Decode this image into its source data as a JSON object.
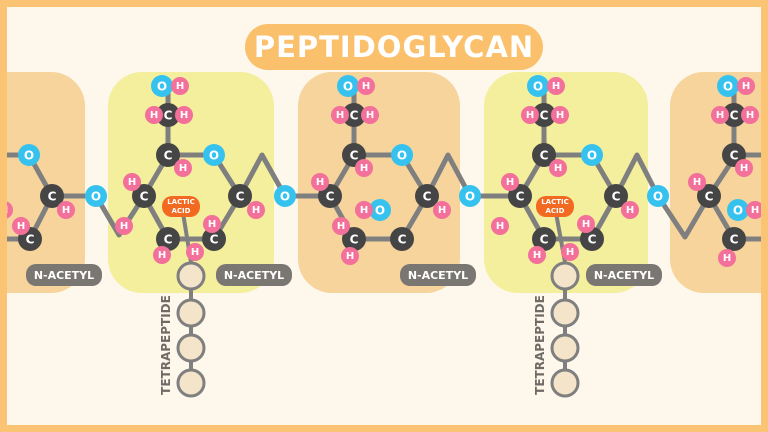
{
  "title": "PEPTIDOGLYCAN",
  "atoms": {
    "carbon": "C",
    "oxygen": "O",
    "hydrogen": "H"
  },
  "labels": {
    "n_acetyl": "N-ACETYL",
    "lactic_acid_line1": "LACTIC",
    "lactic_acid_line2": "ACID",
    "tetrapeptide": "TETRAPEPTIDE"
  },
  "colors": {
    "background": "#fdf7ec",
    "border": "#fbc374",
    "title_pill": "#fbc06c",
    "nag_unit": "#f6d49c",
    "nam_unit": "#f3ef9c",
    "carbon": "#454545",
    "oxygen": "#36c2ee",
    "hydrogen": "#f3709a",
    "lactic_acid": "#f26a21",
    "label_pill": "#7a7672",
    "bond": "#7f7f7f",
    "peptide": "#f3e4ca"
  }
}
